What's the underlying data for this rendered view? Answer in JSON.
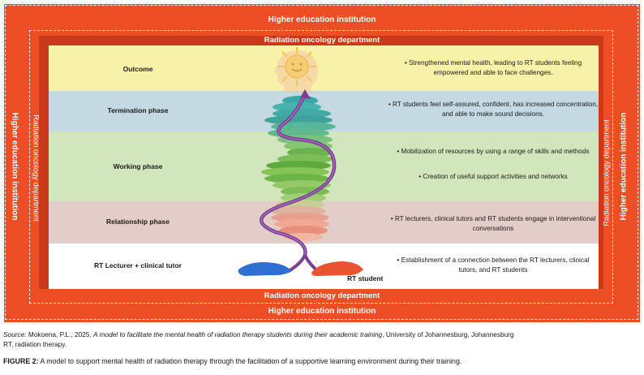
{
  "frame": {
    "institution": "Higher education institution",
    "department": "Radiation oncology department"
  },
  "phases": [
    {
      "label": "Outcome",
      "bullets": [
        "• Strengthened mental  health, leading to RT students feeling empowered and able to face challenges."
      ]
    },
    {
      "label": "Termination phase",
      "bullets": [
        "• RT students feel self-assured, confident, has increased concentration, and able to make sound decisions."
      ]
    },
    {
      "label": "Working phase",
      "bullets": [
        "• Mobilization of  resources by using a range of skills and methods",
        "• Creation of useful support activities and networks"
      ]
    },
    {
      "label": "Relationship phase",
      "bullets": [
        "• RT lecturers, clinical tutors and RT students engage in  interventional  conversations"
      ]
    },
    {
      "label": "RT Lecturer + clinical tutor",
      "bullets": [
        "• Establishment of a connection between the RT lecturers, clinical tutors, and RT students"
      ]
    }
  ],
  "student_label": "RT student",
  "colors": {
    "outer": "#ee4e24",
    "outcome_band": "#f8f2a8",
    "termination_band": "#c4d9e1",
    "working_band": "#d2e6bb",
    "relationship_band": "#e3cdc9",
    "lecturer_band": "#ffffff"
  },
  "footer": {
    "source_prefix": "Source: ",
    "source_body": "Mokoena, P.L., 2025, ",
    "source_title": "A model to facilitate the mental health of radiation therapy students during their academic training",
    "source_suffix": ", University of Johannesburg, Johannesburg",
    "source_line2": "RT, radiation therapy.",
    "caption_label": "FIGURE 2:",
    "caption_text": " A model to support mental health of radiation therapy through the facilitation of a supportive learning environment during their training."
  }
}
